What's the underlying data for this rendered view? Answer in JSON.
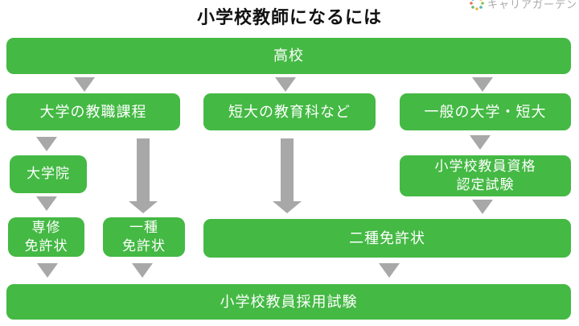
{
  "flowchart": {
    "title": "小学校教師になるには",
    "nodes": {
      "koukou": {
        "label": "高校"
      },
      "kyoshoku": {
        "label": "大学の教職課程"
      },
      "tandai": {
        "label": "短大の教育科など"
      },
      "ippan": {
        "label": "一般の大学・短大"
      },
      "daigakuin": {
        "label": "大学院"
      },
      "nintei": {
        "label": "小学校教員資格\n認定試験"
      },
      "senshu": {
        "label": "専修\n免許状"
      },
      "isshu": {
        "label": "一種\n免許状"
      },
      "nishu": {
        "label": "二種免許状"
      },
      "saiyo": {
        "label": "小学校教員採用試験"
      }
    },
    "edges": [
      {
        "from": "高校",
        "to": "大学の教職課程",
        "style": "triangle"
      },
      {
        "from": "高校",
        "to": "短大の教育科など",
        "style": "triangle"
      },
      {
        "from": "高校",
        "to": "一般の大学・短大",
        "style": "triangle"
      },
      {
        "from": "大学の教職課程",
        "to": "大学院",
        "style": "triangle"
      },
      {
        "from": "大学の教職課程",
        "to": "一種免許状",
        "style": "thick"
      },
      {
        "from": "短大の教育科など",
        "to": "二種免許状",
        "style": "thick"
      },
      {
        "from": "一般の大学・短大",
        "to": "小学校教員資格認定試験",
        "style": "triangle"
      },
      {
        "from": "大学院",
        "to": "専修免許状",
        "style": "triangle"
      },
      {
        "from": "小学校教員資格認定試験",
        "to": "二種免許状",
        "style": "triangle"
      },
      {
        "from": "専修免許状",
        "to": "小学校教員採用試験",
        "style": "triangle"
      },
      {
        "from": "一種免許状",
        "to": "小学校教員採用試験",
        "style": "triangle"
      },
      {
        "from": "二種免許状",
        "to": "小学校教員採用試験",
        "style": "triangle"
      }
    ]
  },
  "logo": {
    "text": "キャリアガーデン"
  },
  "colors": {
    "node_green": "#44b944",
    "arrow_gray": "#a8a8a8",
    "node_text": "#ffffff",
    "title_text": "#111111",
    "logo_text": "#a9a9a9"
  }
}
